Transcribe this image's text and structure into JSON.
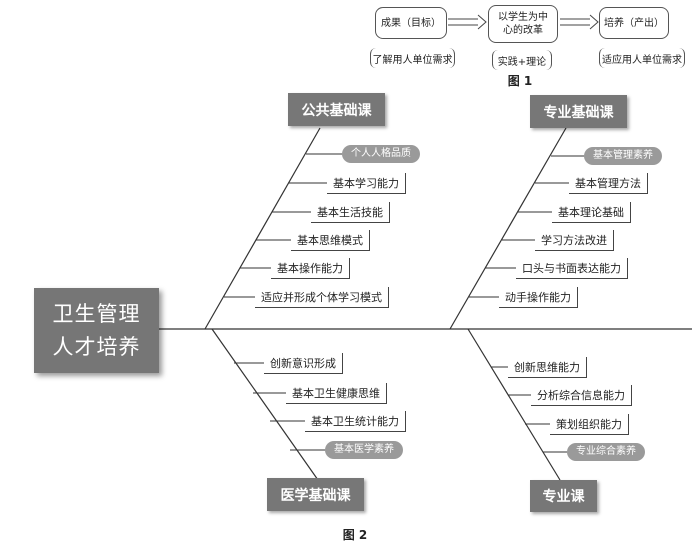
{
  "figure1": {
    "box_left": "成果（目标）",
    "box_mid_line1": "以学生为中",
    "box_mid_line2": "心的改革",
    "box_right": "培养（产出）",
    "note_left": "了解用人单位需求",
    "note_mid": "实践+理论",
    "note_right": "适应用人单位需求",
    "caption": "图 1"
  },
  "figure2": {
    "head_line1": "卫生管理",
    "head_line2": "人才培养",
    "cat_public": "公共基础课",
    "cat_major_basic": "专业基础课",
    "cat_medical": "医学基础课",
    "cat_major": "专业课",
    "public_items": [
      "个人人格品质",
      "基本学习能力",
      "基本生活技能",
      "基本思维模式",
      "基本操作能力",
      "适应并形成个体学习模式"
    ],
    "major_basic_items": [
      "基本管理素养",
      "基本管理方法",
      "基本理论基础",
      "学习方法改进",
      "口头与书面表达能力",
      "动手操作能力"
    ],
    "medical_items": [
      "创新意识形成",
      "基本卫生健康思维",
      "基本卫生统计能力",
      "基本医学素养"
    ],
    "major_items": [
      "创新思维能力",
      "分析综合信息能力",
      "策划组织能力",
      "专业综合素养"
    ],
    "caption": "图 2"
  }
}
